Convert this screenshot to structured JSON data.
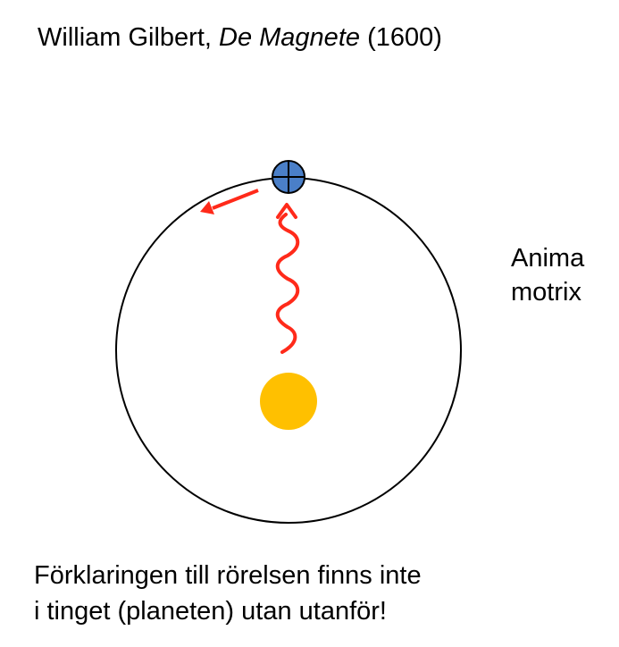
{
  "title": {
    "author": "William Gilbert, ",
    "work": "De Magnete",
    "year": " (1600)"
  },
  "side_label": {
    "line1": "Anima",
    "line2": "motrix"
  },
  "caption": {
    "line1": "Förklaringen till rörelsen finns inte",
    "line2": "i tinget (planeten) utan utanför!"
  },
  "colors": {
    "sun": "#ffc000",
    "earth": "#4a7fc8",
    "force": "#ff2a1a",
    "orbit": "#000000"
  },
  "icons": {
    "planet": "earth-symbol-icon",
    "sun": "sun-icon"
  }
}
